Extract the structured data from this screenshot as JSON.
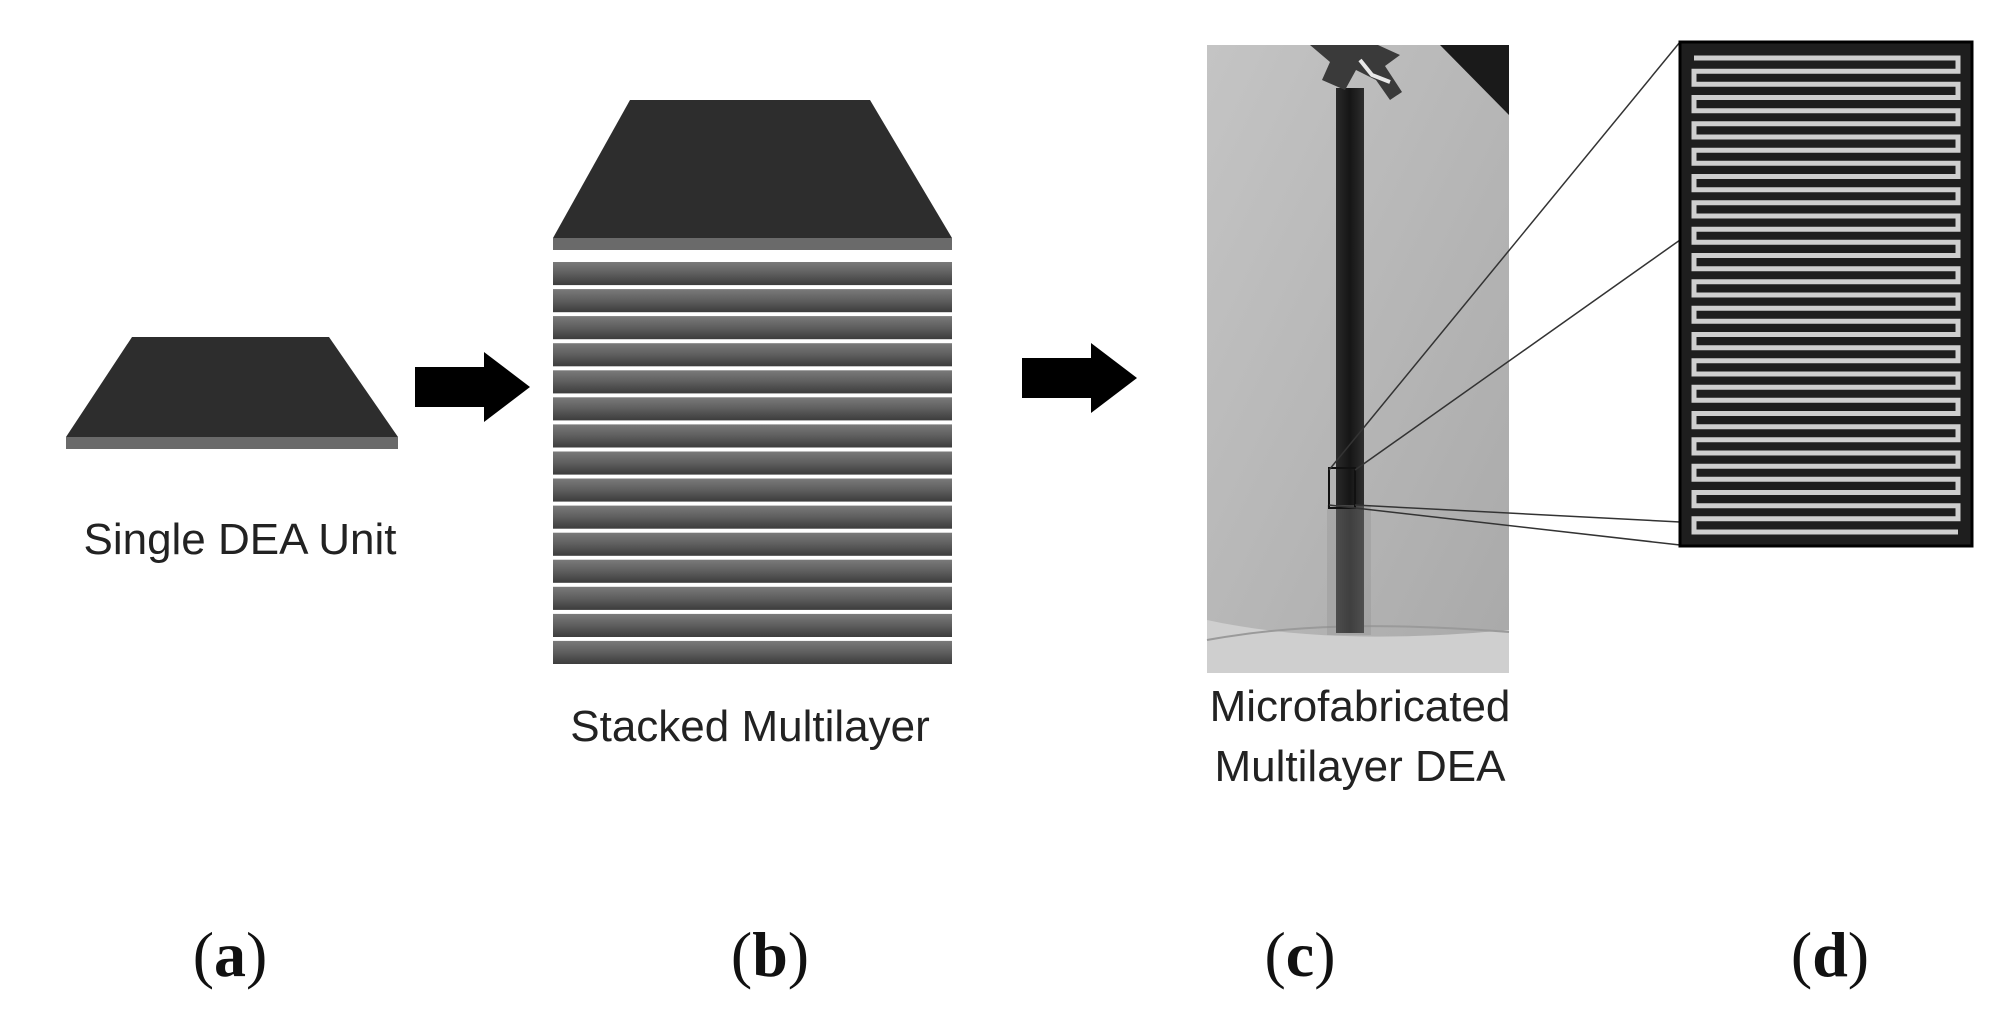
{
  "captions": {
    "single": "Single DEA Unit",
    "stacked": "Stacked Multilayer",
    "micro_line1": "Microfabricated",
    "micro_line2": "Multilayer DEA"
  },
  "panels": {
    "a": "a",
    "b": "b",
    "c": "c",
    "d": "d"
  },
  "colors": {
    "layer_top": "#2d2d2d",
    "layer_edge": "#6a6a6a",
    "arrow": "#000000",
    "photo_background": "#b9b9b9",
    "electrode_strip": "#1f1f1f"
  },
  "icons": {
    "arrow_1": "right-arrow-icon",
    "arrow_2": "right-arrow-icon"
  }
}
